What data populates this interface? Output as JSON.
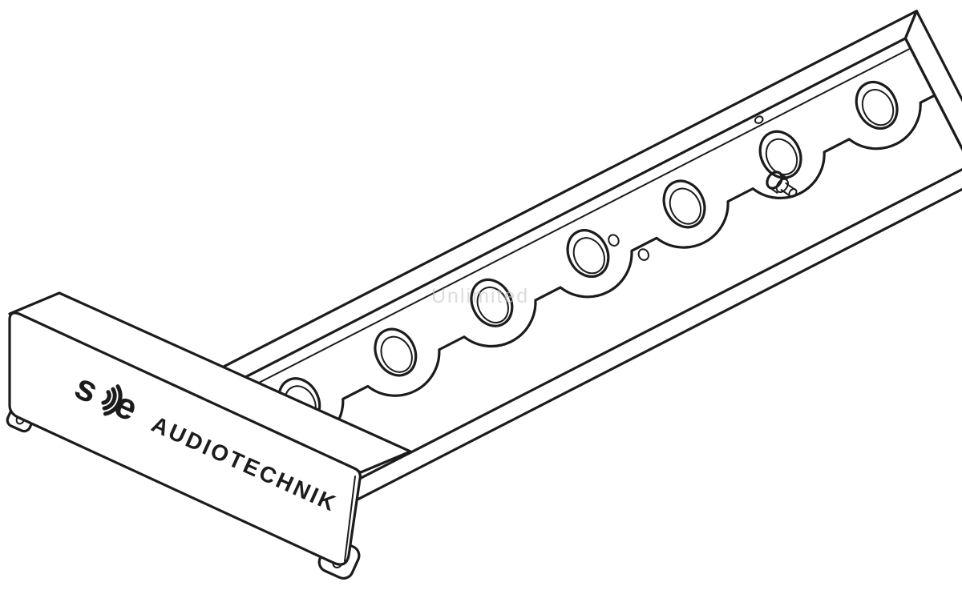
{
  "drawing": {
    "brand": {
      "logo_s": "s",
      "logo_e": "e",
      "name": "AUDIOTECHNIK"
    },
    "watermark": "Unlimited",
    "features": {
      "mounting_hole_count": 7
    },
    "colors": {
      "line": "#1c1c1c",
      "background": "#ffffff",
      "watermark": "#c6c6c6"
    }
  }
}
